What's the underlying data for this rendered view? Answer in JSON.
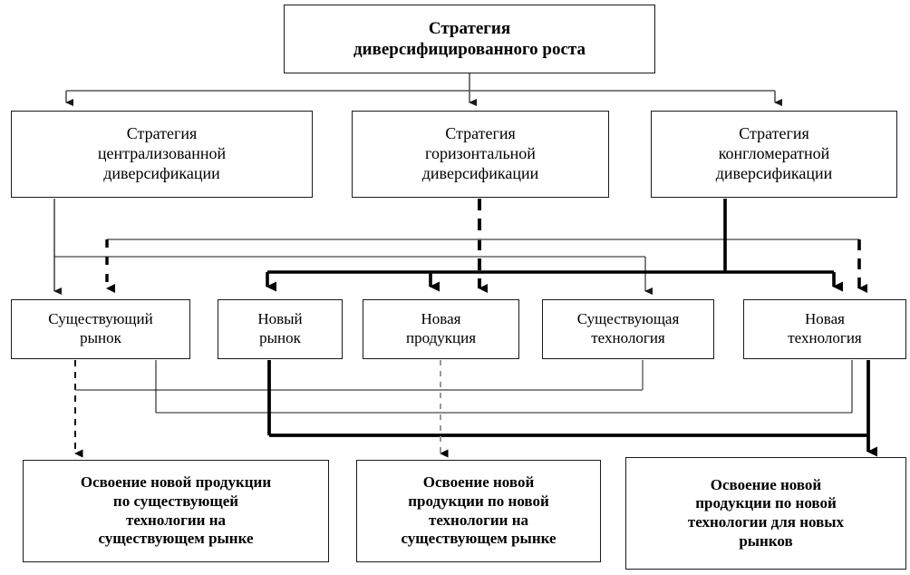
{
  "diagram": {
    "type": "flowchart",
    "title": "Стратегия диверсифицированного роста",
    "language": "ru",
    "levels": 4,
    "root": {
      "id": "root",
      "label": "Стратегия\nдиверсифицированного роста",
      "line1": "Стратегия",
      "line2": "диверсифицированного роста"
    },
    "strategies": [
      {
        "id": "centralized",
        "line1": "Стратегия",
        "line2": "централизованной",
        "line3": "диверсификации"
      },
      {
        "id": "horizontal",
        "line1": "Стратегия",
        "line2": "горизонтальной",
        "line3": "диверсификации"
      },
      {
        "id": "conglomerate",
        "line1": "Стратегия",
        "line2": "конгломератной",
        "line3": "диверсификации"
      }
    ],
    "factors": [
      {
        "id": "existing-market",
        "line1": "Существующий",
        "line2": "рынок"
      },
      {
        "id": "new-market",
        "line1": "Новый",
        "line2": "рынок"
      },
      {
        "id": "new-product",
        "line1": "Новая",
        "line2": "продукция"
      },
      {
        "id": "existing-technology",
        "line1": "Существующая",
        "line2": "технология"
      },
      {
        "id": "new-technology",
        "line1": "Новая",
        "line2": "технология"
      }
    ],
    "outcomes": [
      {
        "id": "outcome-1",
        "line1": "Освоение новой продукции",
        "line2": "по существующей",
        "line3": "технологии на",
        "line4": "существующем рынке"
      },
      {
        "id": "outcome-2",
        "line1": "Освоение новой",
        "line2": "продукции по новой",
        "line3": "технологии на",
        "line4": "существующем рынке"
      },
      {
        "id": "outcome-3",
        "line1": "Освоение новой",
        "line2": "продукции по новой",
        "line3": "технологии для новых",
        "line4": "рынков"
      }
    ],
    "edge_styles": {
      "centralized": "thin-solid",
      "horizontal": "dashed",
      "conglomerate": "thick-solid"
    },
    "colors": {
      "box_border": "#1a1a1a",
      "text": "#000000",
      "thin_line": "#1a1a1a",
      "thick_line": "#000000",
      "dashed_line": "#000000",
      "background": "#ffffff"
    }
  }
}
